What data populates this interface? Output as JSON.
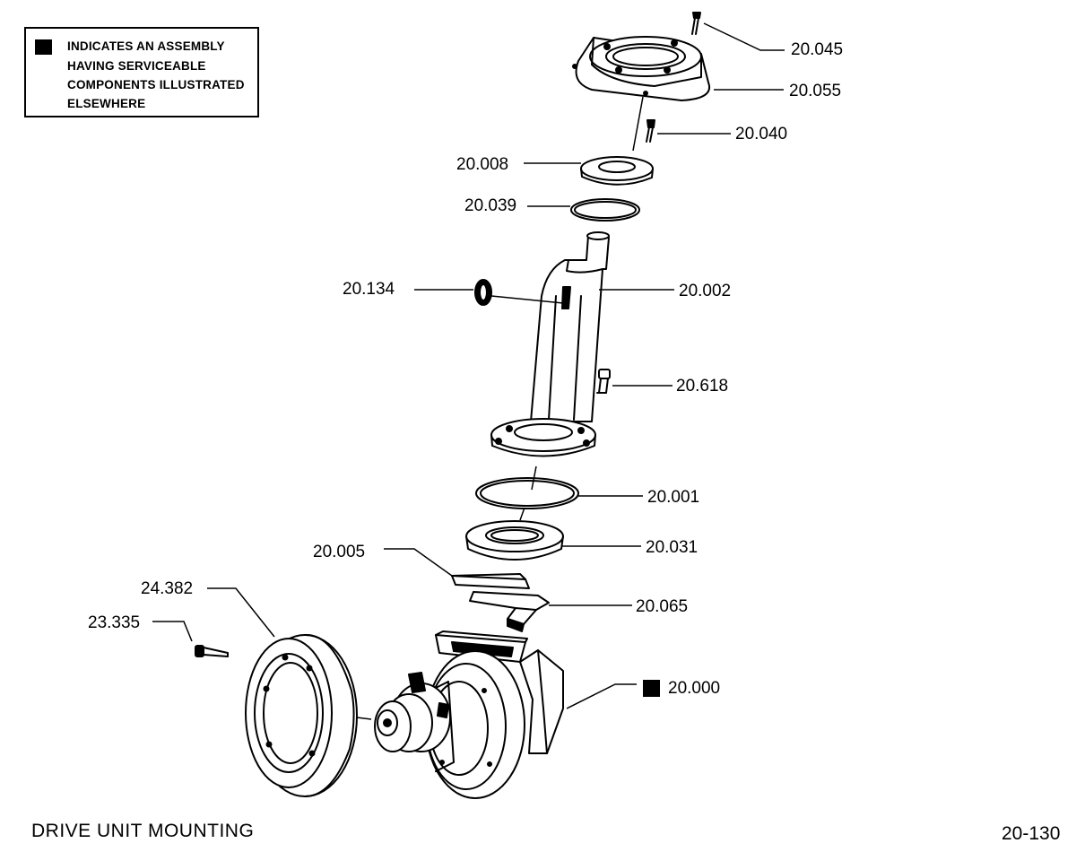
{
  "legend": {
    "lines": [
      "INDICATES AN ASSEMBLY",
      "HAVING SERVICEABLE",
      "COMPONENTS ILLUSTRATED",
      "ELSEWHERE"
    ]
  },
  "callouts": {
    "c20_045": "20.045",
    "c20_055": "20.055",
    "c20_040": "20.040",
    "c20_008": "20.008",
    "c20_039": "20.039",
    "c20_134": "20.134",
    "c20_002": "20.002",
    "c20_618": "20.618",
    "c20_001": "20.001",
    "c20_031": "20.031",
    "c20_005": "20.005",
    "c20_065": "20.065",
    "c24_382": "24.382",
    "c23_335": "23.335",
    "c20_000": "20.000"
  },
  "footer": {
    "title": "DRIVE UNIT MOUNTING",
    "page_number": "20-130"
  }
}
